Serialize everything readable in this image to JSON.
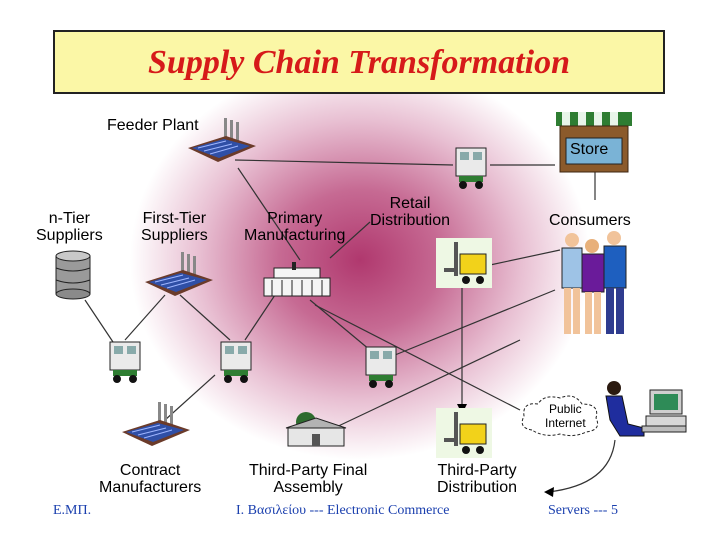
{
  "title": "Supply Chain Transformation",
  "labels": {
    "feeder_plant": "Feeder Plant",
    "store": "Store",
    "n_tier": [
      "n-Tier",
      "Suppliers"
    ],
    "first_tier": [
      "First-Tier",
      "Suppliers"
    ],
    "primary": [
      "Primary",
      "Manufacturing"
    ],
    "retail": [
      "Retail",
      "Distribution"
    ],
    "consumers": "Consumers",
    "public_internet": [
      "Public",
      "Internet"
    ],
    "contract": [
      "Contract",
      "Manufacturers"
    ],
    "third_party_assembly": [
      "Third-Party Final",
      "Assembly"
    ],
    "third_party_distribution": [
      "Third-Party",
      "Distribution"
    ]
  },
  "footer": {
    "left": "Ε.ΜΠ.",
    "center": "Ι. Βασιλείου --- Electronic Commerce",
    "right": "Servers --- 5"
  }
}
